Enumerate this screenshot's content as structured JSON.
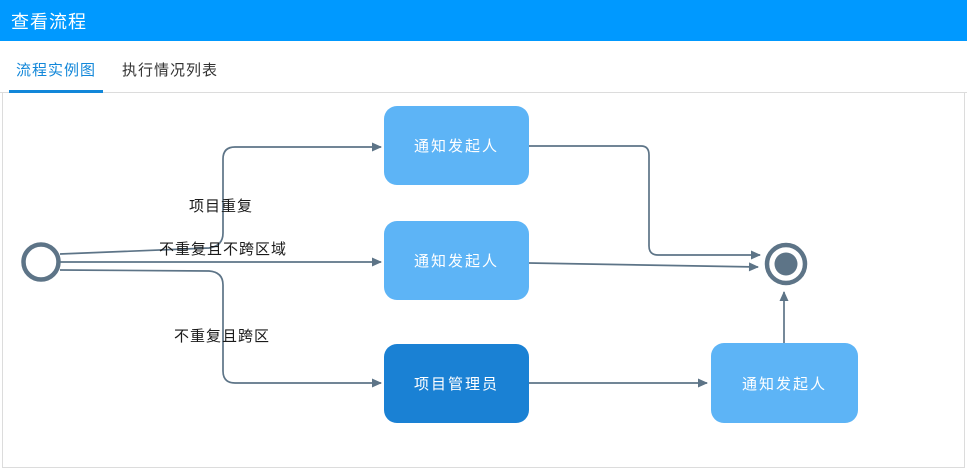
{
  "header": {
    "title": "查看流程"
  },
  "tabs": [
    {
      "name": "tab-process-instance-diagram",
      "label": "流程实例图",
      "active": true
    },
    {
      "name": "tab-execution-list",
      "label": "执行情况列表",
      "active": false
    }
  ],
  "diagram": {
    "start_event": "start",
    "end_event": "end",
    "nodes": [
      {
        "id": "n1",
        "label": "通知发起人",
        "variant": "light"
      },
      {
        "id": "n2",
        "label": "通知发起人",
        "variant": "light"
      },
      {
        "id": "n3",
        "label": "项目管理员",
        "variant": "dark"
      },
      {
        "id": "n4",
        "label": "通知发起人",
        "variant": "light"
      }
    ],
    "edge_labels": [
      {
        "id": "l1",
        "text": "项目重复"
      },
      {
        "id": "l2",
        "text": "不重复且不跨区域"
      },
      {
        "id": "l3",
        "text": "不重复且跨区"
      }
    ]
  },
  "colors": {
    "header_bg": "#0099ff",
    "tab_active": "#1287d9",
    "tab_inactive": "#333333",
    "panel_border": "#dcdcdc",
    "node_light": "#5db4f6",
    "node_dark": "#1a81d4",
    "node_text": "#ffffff",
    "edge": "#5d7487",
    "label_text": "#1a1a1a"
  }
}
